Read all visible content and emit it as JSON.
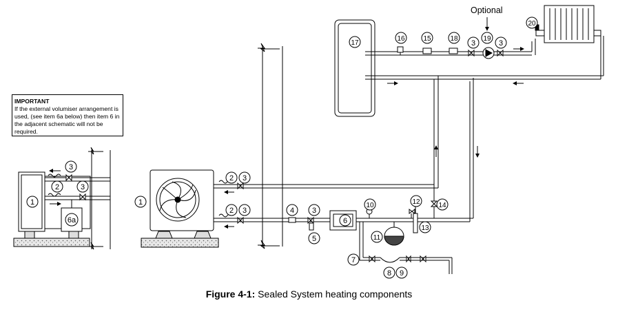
{
  "note": {
    "title": "IMPORTANT",
    "body": "If the external volumiser arrangement is used, (see item 6a below) then item 6 in the adjacent schematic will not be required."
  },
  "optional_label": "Optional",
  "caption": {
    "prefix": "Figure 4-1:",
    "text": " Sealed System heating components"
  },
  "callouts": {
    "c1_left": "1",
    "c2_left_a": "2",
    "c3_left_a": "3",
    "c3_left_b": "3",
    "c6a": "6a",
    "c1_main": "1",
    "c2_upper": "2",
    "c3_upper": "3",
    "c2_lower": "2",
    "c3_lower": "3",
    "c4": "4",
    "c3_mid": "3",
    "c5": "5",
    "c6": "6",
    "c7": "7",
    "c8": "8",
    "c9": "9",
    "c10": "10",
    "c11": "11",
    "c12": "12",
    "c13": "13",
    "c14": "14",
    "c15": "15",
    "c16": "16",
    "c17": "17",
    "c18": "18",
    "c3_top_a": "3",
    "c19": "19",
    "c3_top_b": "3",
    "c20": "20"
  }
}
